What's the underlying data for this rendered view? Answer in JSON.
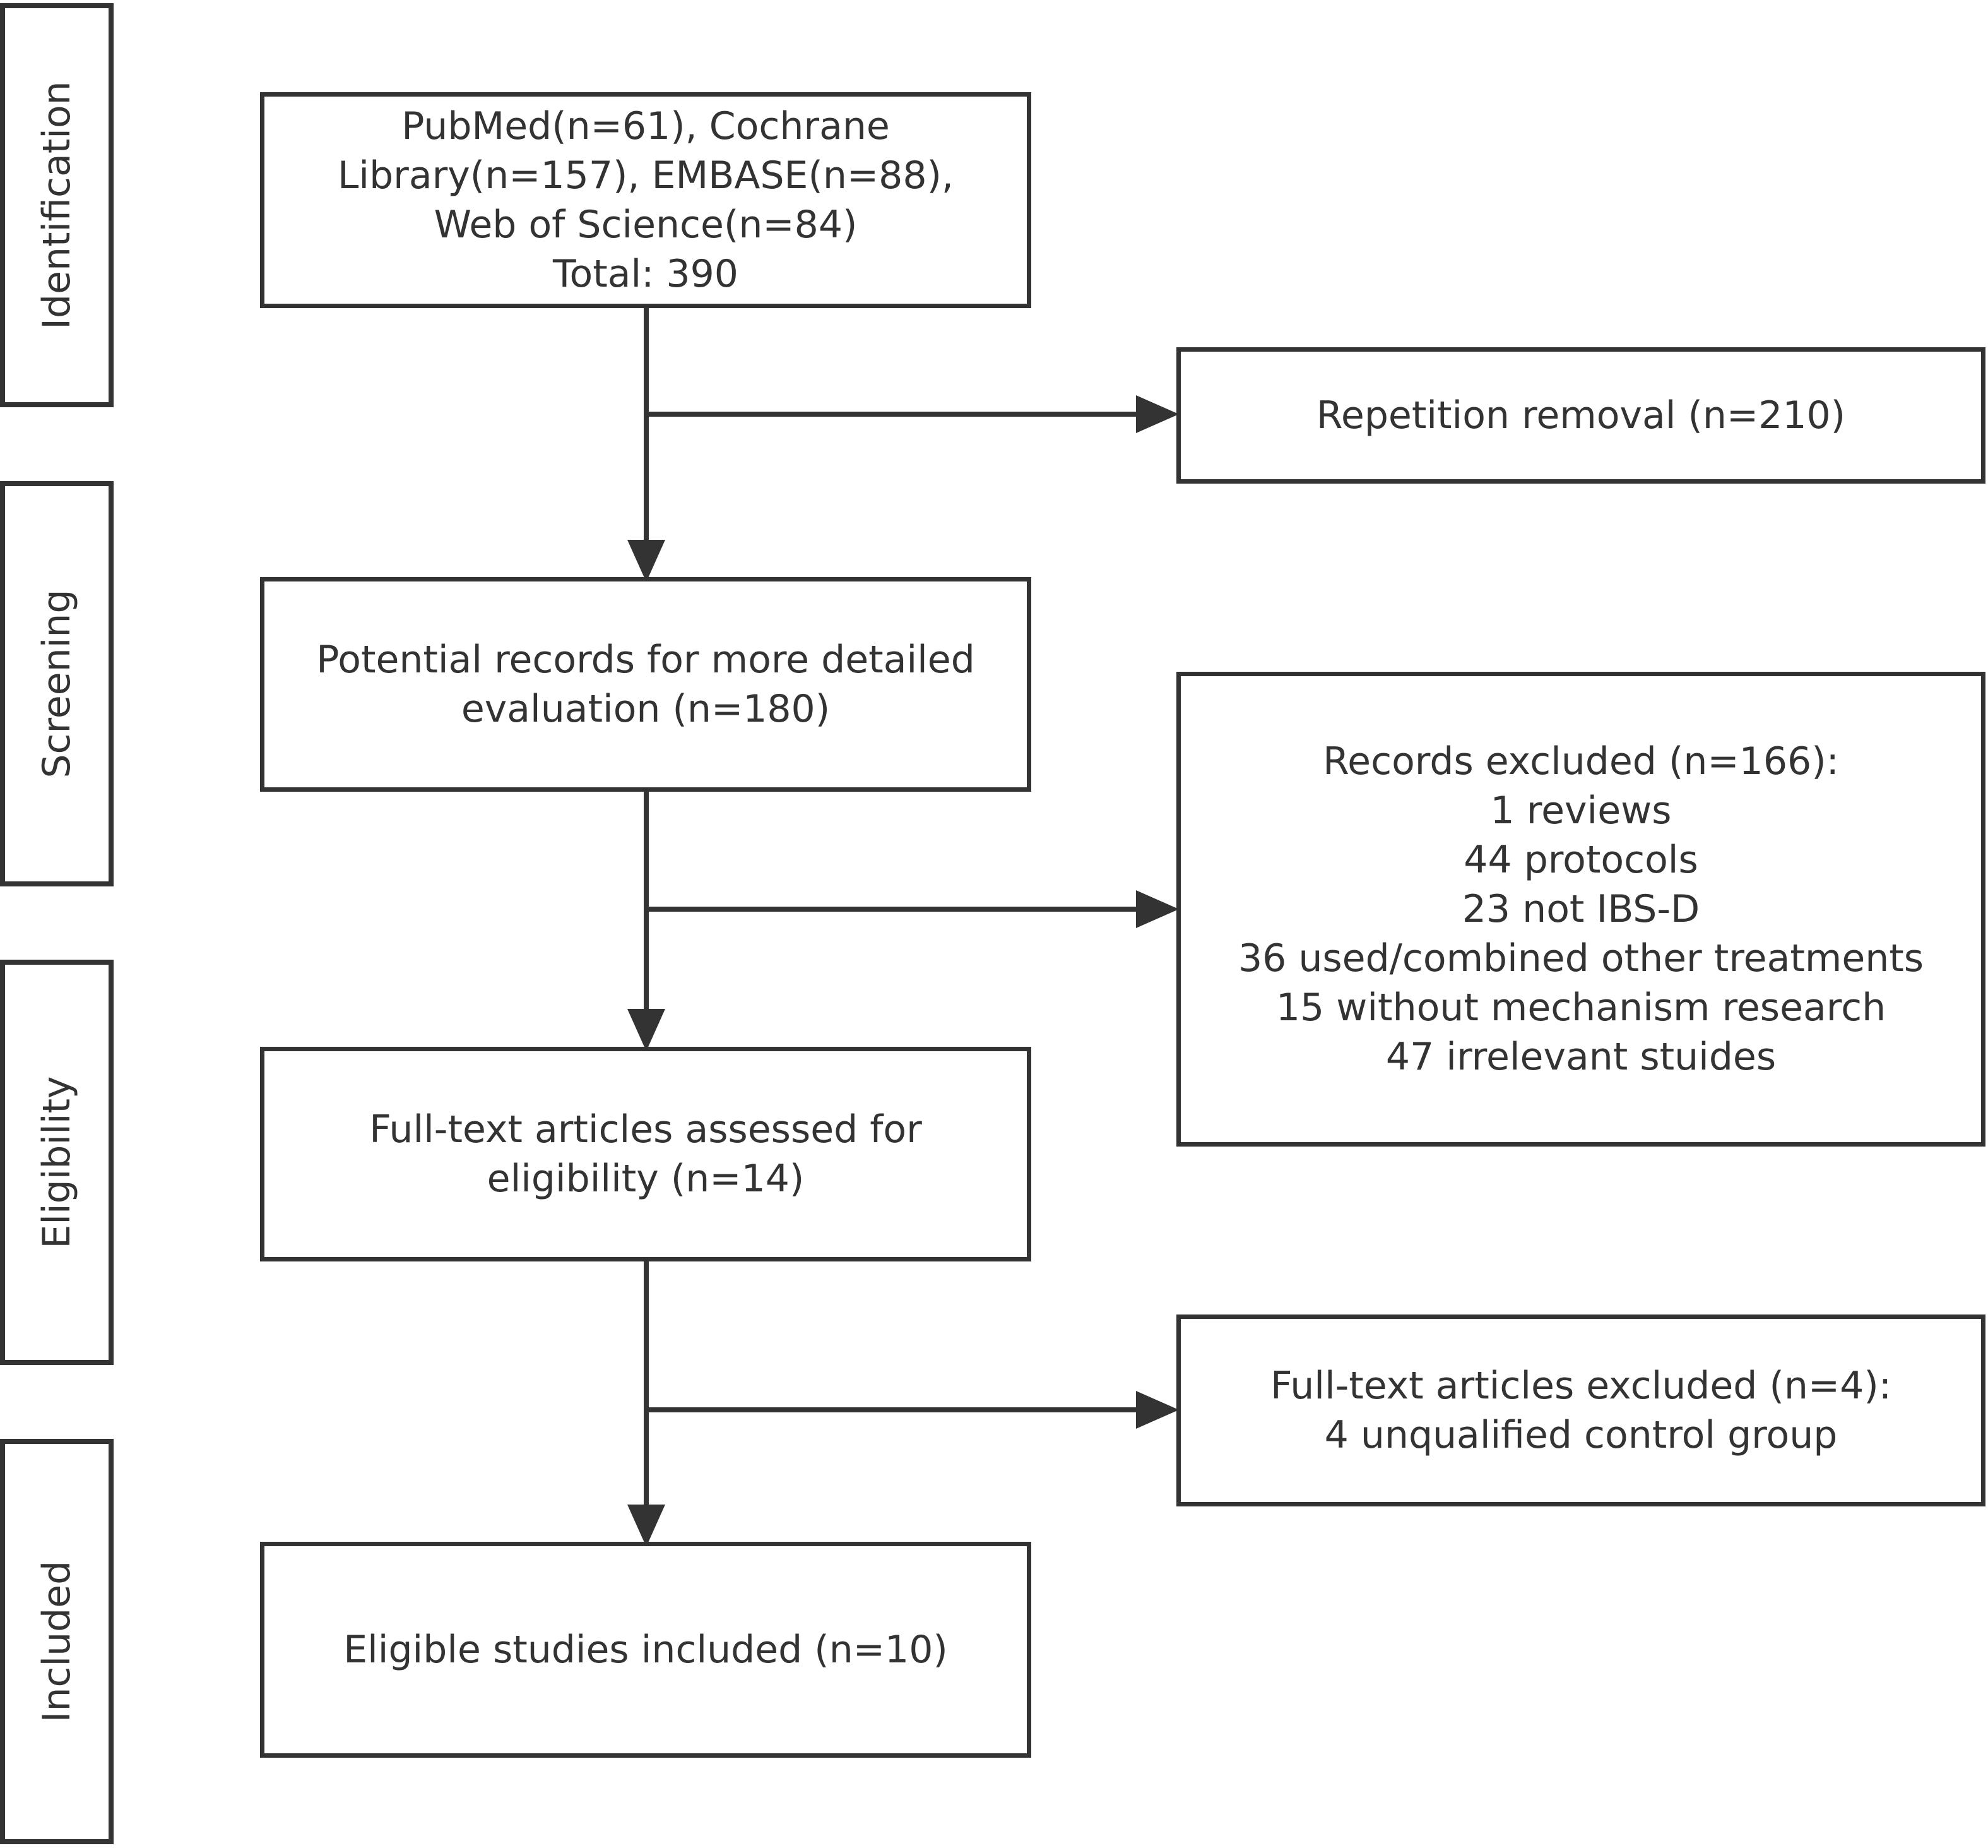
{
  "stages": [
    {
      "id": "identification",
      "label": "Identification"
    },
    {
      "id": "screening",
      "label": "Screening"
    },
    {
      "id": "eligibility",
      "label": "Eligibility"
    },
    {
      "id": "included",
      "label": "Included"
    }
  ],
  "boxes": {
    "identification": {
      "lines": [
        "PubMed(n=61), Cochrane",
        "Library(n=157), EMBASE(n=88),",
        "Web of Science(n=84)",
        "Total: 390"
      ]
    },
    "repetition": {
      "lines": [
        "Repetition removal (n=210)"
      ]
    },
    "potential": {
      "lines": [
        "Potential records for more detailed",
        "evaluation (n=180)"
      ]
    },
    "excluded": {
      "lines": [
        "Records excluded (n=166):",
        "1 reviews",
        "44 protocols",
        "23 not IBS-D",
        "36 used/combined other treatments",
        "15 without mechanism research",
        "47 irrelevant stuides"
      ]
    },
    "fulltext": {
      "lines": [
        "Full-text articles assessed for",
        "eligibility (n=14)"
      ]
    },
    "fulltext_excluded": {
      "lines": [
        "Full-text articles excluded (n=4):",
        "4 unqualified control group"
      ]
    },
    "included": {
      "lines": [
        "Eligible studies included (n=10)"
      ]
    }
  }
}
